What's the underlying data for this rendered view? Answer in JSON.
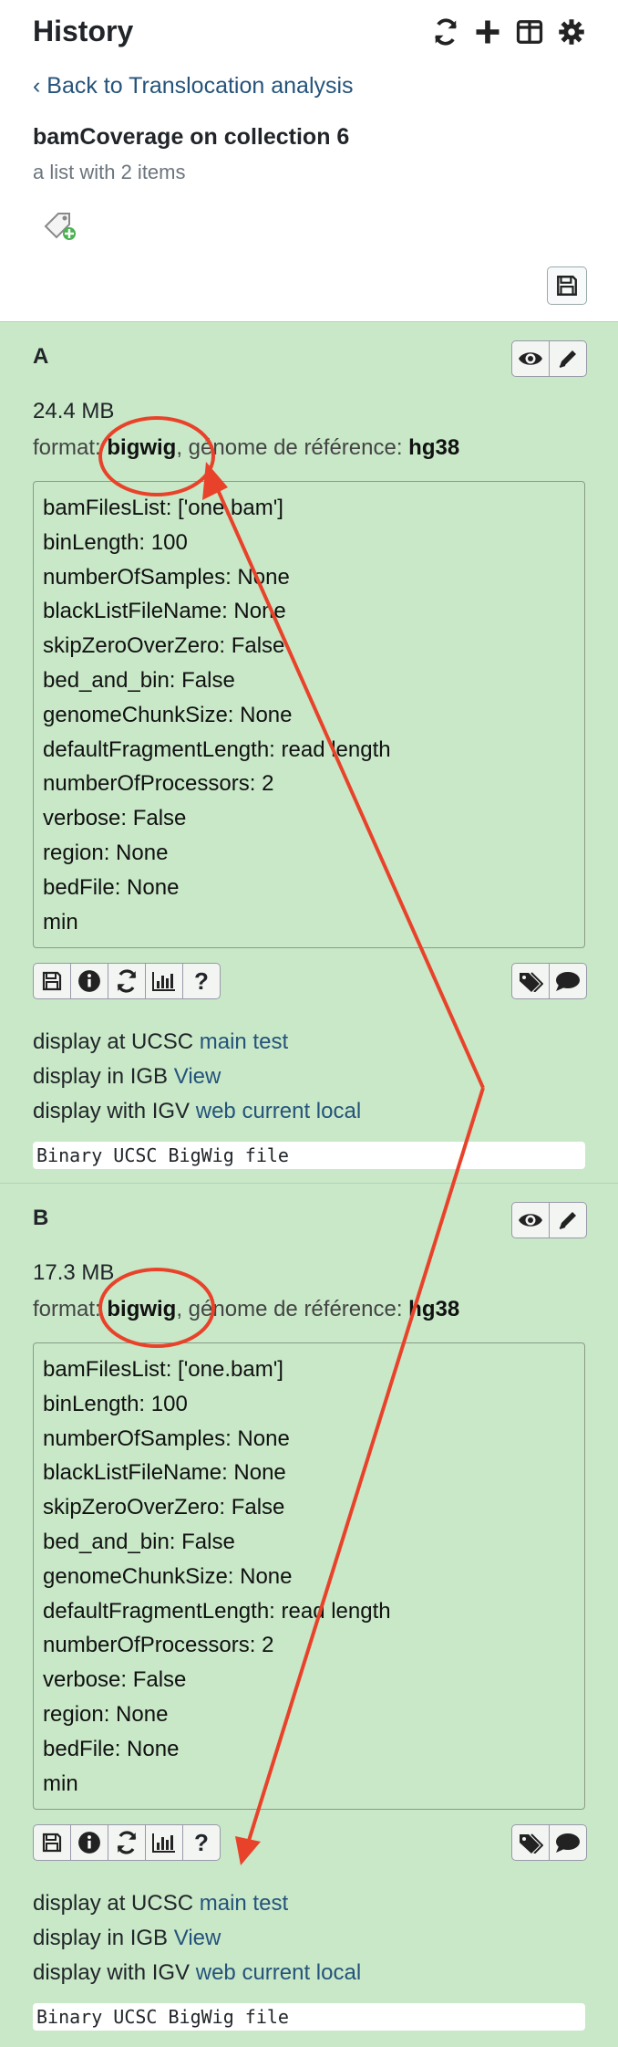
{
  "header": {
    "title": "History",
    "back_link": "Back to Translocation analysis",
    "collection_name": "bamCoverage on collection 6",
    "collection_subtitle": "a list with 2 items"
  },
  "icons": {
    "refresh": "refresh-icon",
    "add": "plus-icon",
    "columns": "columns-icon",
    "settings": "gear-icon",
    "tag": "tag-icon",
    "save": "floppy-disk-icon",
    "view": "eye-icon",
    "edit": "pencil-icon",
    "info": "info-icon",
    "rerun": "rerun-icon",
    "visualize": "bar-chart-icon",
    "help": "question-icon",
    "tags": "tags-icon",
    "comment": "comment-icon"
  },
  "colors": {
    "dataset_bg": "#c8e8c8",
    "link": "#25537b",
    "annotation": "#e8432a"
  },
  "datasets": [
    {
      "name": "A",
      "size": "24.4 MB",
      "format_label": "format:",
      "format_value": "bigwig",
      "genome_label": ", génome de référence:",
      "genome_value": "hg38",
      "params": [
        "bamFilesList: ['one.bam']",
        "binLength: 100",
        "numberOfSamples: None",
        "blackListFileName: None",
        "skipZeroOverZero: False",
        "bed_and_bin: False",
        "genomeChunkSize: None",
        "defaultFragmentLength: read length",
        "numberOfProcessors: 2",
        "verbose: False",
        "region: None",
        "bedFile: None",
        "min"
      ],
      "ucsc_label": "display at UCSC",
      "ucsc_links": "main test",
      "igb_label": "display in IGB",
      "igb_link": "View",
      "igv_label": "display with IGV",
      "igv_links": "web current local",
      "peek": "Binary UCSC BigWig file"
    },
    {
      "name": "B",
      "size": "17.3 MB",
      "format_label": "format:",
      "format_value": "bigwig",
      "genome_label": ", génome de référence:",
      "genome_value": "hg38",
      "params": [
        "bamFilesList: ['one.bam']",
        "binLength: 100",
        "numberOfSamples: None",
        "blackListFileName: None",
        "skipZeroOverZero: False",
        "bed_and_bin: False",
        "genomeChunkSize: None",
        "defaultFragmentLength: read length",
        "numberOfProcessors: 2",
        "verbose: False",
        "region: None",
        "bedFile: None",
        "min"
      ],
      "ucsc_label": "display at UCSC",
      "ucsc_links": "main test",
      "igb_label": "display in IGB",
      "igb_link": "View",
      "igv_label": "display with IGV",
      "igv_links": "web current local",
      "peek": "Binary UCSC BigWig file"
    }
  ]
}
